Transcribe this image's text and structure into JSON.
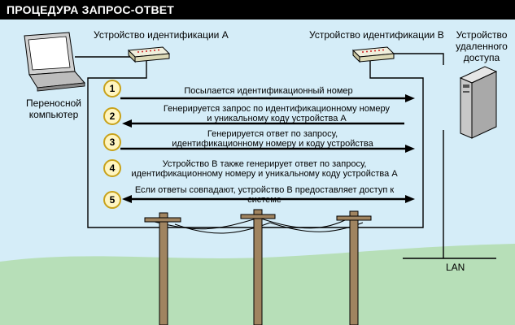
{
  "title": "ПРОЦЕДУРА ЗАПРОС-ОТВЕТ",
  "labels": {
    "device_a": "Устройство идентификации А",
    "device_b": "Устройство идентификации В",
    "remote_device": "Устройство удаленного доступа",
    "laptop": "Переносной компьютер",
    "lan": "LAN"
  },
  "steps": [
    {
      "num": "1",
      "text": "Посылается идентификационный номер",
      "direction": "right"
    },
    {
      "num": "2",
      "text": "Генерируется запрос по идентификационному номеру и уникальному коду устройства А",
      "direction": "left"
    },
    {
      "num": "3",
      "text": "Генерируется ответ по запросу, идентификационному номеру и коду устройства",
      "direction": "right"
    },
    {
      "num": "4",
      "text": "Устройство В также генерирует ответ по запросу, идентификационному номеру и уникальному коду устройства А",
      "direction": "none"
    },
    {
      "num": "5",
      "text": "Если ответы совпадают, устройство В предоставляет доступ к системе",
      "direction": "both"
    }
  ],
  "colors": {
    "sky": "#d5edf8",
    "ground": "#b7dfb8",
    "circle_fill": "#fff5c0",
    "circle_border": "#c8a21a"
  }
}
